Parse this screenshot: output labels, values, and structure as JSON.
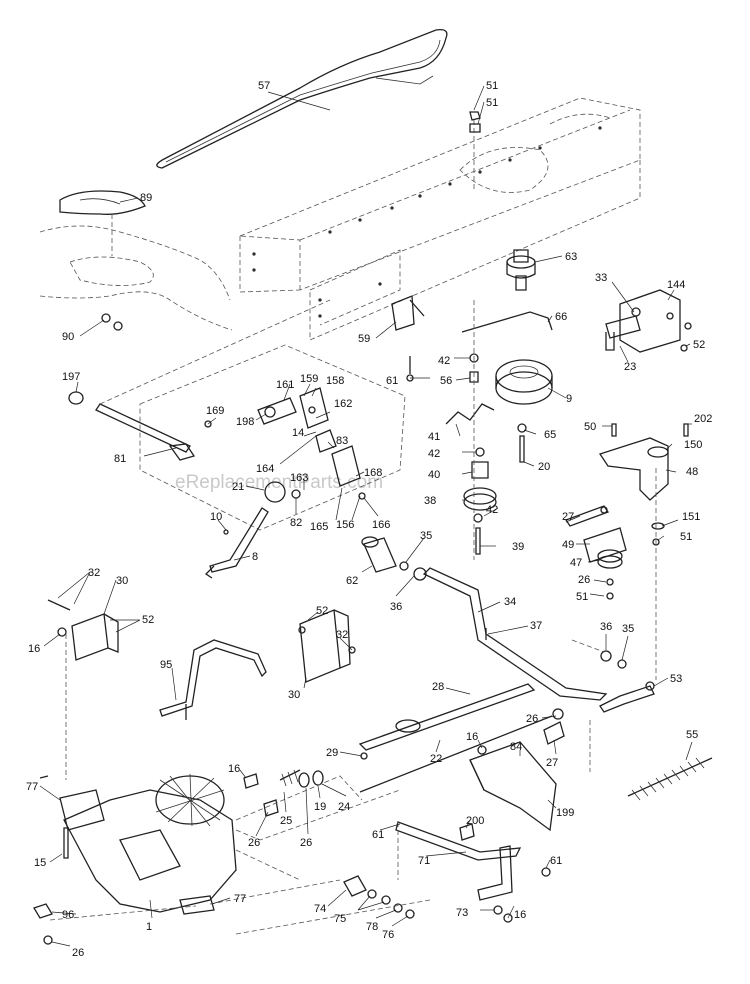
{
  "watermark": "eReplacementParts.com",
  "part_labels": {
    "p57": "57",
    "p51a": "51",
    "p51b": "51",
    "p89": "89",
    "p63": "63",
    "p33": "33",
    "p144": "144",
    "p66": "66",
    "p52a": "52",
    "p90": "90",
    "p59": "59",
    "p42a": "42",
    "p56": "56",
    "p23": "23",
    "p61a": "61",
    "p197": "197",
    "p161": "161",
    "p159": "159",
    "p158": "158",
    "p9": "9",
    "p198": "198",
    "p169": "169",
    "p162": "162",
    "p50": "50",
    "p202": "202",
    "p41": "41",
    "p65": "65",
    "p14": "14",
    "p83": "83",
    "p150": "150",
    "p81": "81",
    "p42b": "42",
    "p20": "20",
    "p164": "164",
    "p48": "48",
    "p163": "163",
    "p40": "40",
    "p168": "168",
    "p21": "21",
    "p38": "38",
    "p42c": "42",
    "p27a": "27",
    "p82": "82",
    "p165": "165",
    "p156": "156",
    "p166": "166",
    "p151": "151",
    "p10": "10",
    "p35a": "35",
    "p49": "49",
    "p51c": "51",
    "p39": "39",
    "p8": "8",
    "p62": "62",
    "p47": "47",
    "p26a": "26",
    "p32a": "32",
    "p30a": "30",
    "p36a": "36",
    "p51d": "51",
    "p34": "34",
    "p52b": "52",
    "p52c": "52",
    "p37": "37",
    "p16a": "16",
    "p36b": "36",
    "p35b": "35",
    "p32b": "32",
    "p95": "95",
    "p30b": "30",
    "p53": "53",
    "p28": "28",
    "p26b": "26",
    "p27b": "27",
    "p29": "29",
    "p22": "22",
    "p16b": "16",
    "p84": "84",
    "p55": "55",
    "p16c": "16",
    "p24": "24",
    "p19": "19",
    "p199": "199",
    "p77a": "77",
    "p25": "25",
    "p26c": "26",
    "p26d": "26",
    "p200": "200",
    "p61b": "61",
    "p15": "15",
    "p71": "71",
    "p61c": "61",
    "p77b": "77",
    "p74": "74",
    "p75": "75",
    "p78": "78",
    "p73": "73",
    "p16d": "16",
    "p96": "96",
    "p1": "1",
    "p76": "76",
    "p26e": "26"
  }
}
